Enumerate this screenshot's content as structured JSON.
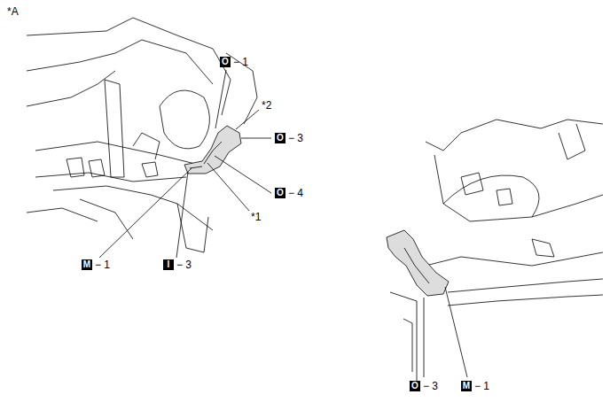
{
  "diagram": {
    "labels": [
      "*A",
      "O",
      "− 1",
      "*2",
      "O",
      "− 3",
      "O",
      "− 4",
      "*1",
      "M",
      "− 1",
      "I",
      "− 3",
      "O",
      "− 3",
      "M",
      "− 1"
    ]
  }
}
